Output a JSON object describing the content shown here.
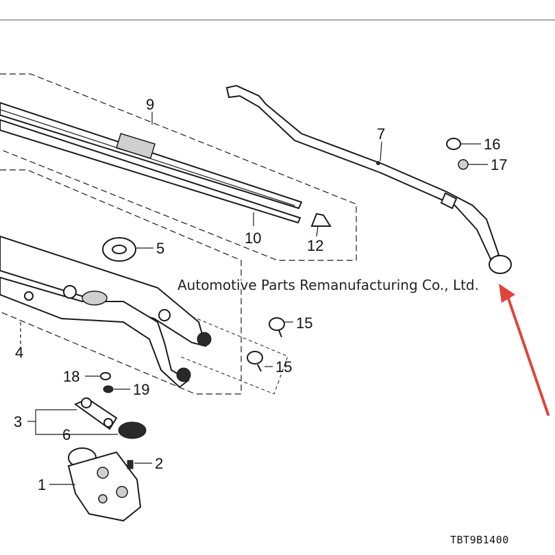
{
  "callouts": {
    "c1": "1",
    "c2": "2",
    "c3": "3",
    "c4": "4",
    "c5": "5",
    "c6": "6",
    "c7": "7",
    "c9": "9",
    "c10": "10",
    "c12": "12",
    "c15a": "15",
    "c15b": "15",
    "c16": "16",
    "c17": "17",
    "c18": "18",
    "c19": "19"
  },
  "drawing_code": "TBT9B1400",
  "watermark": "Automotive Parts Remanufacturing Co., Ltd.",
  "colors": {
    "line": "#1a1a1a",
    "arrow": "#e0443a",
    "background": "#ffffff"
  }
}
